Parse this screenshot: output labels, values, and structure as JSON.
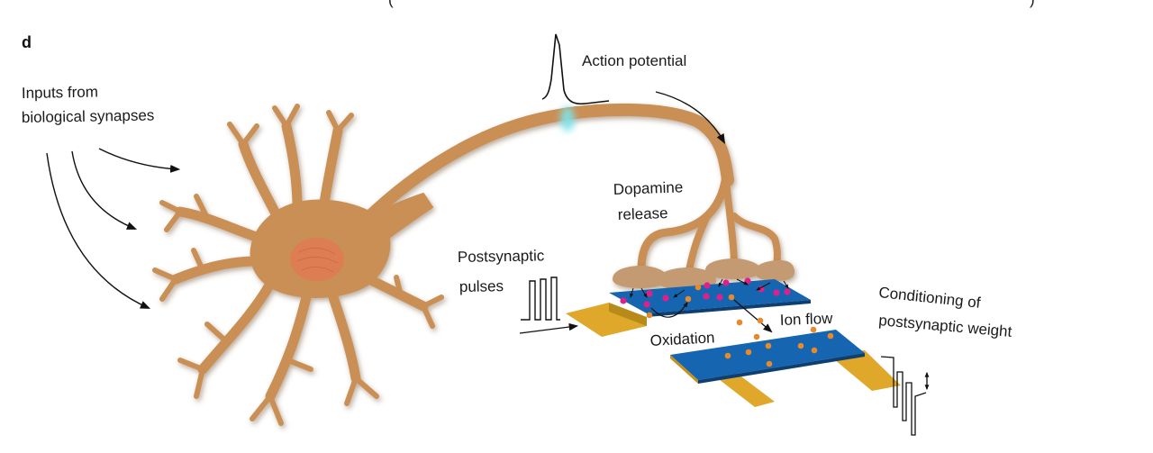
{
  "figure": {
    "panel_label": "d",
    "top_marks": [
      "(",
      ")"
    ],
    "labels": {
      "inputs": [
        "Inputs from",
        "biological synapses"
      ],
      "action_potential": "Action potential",
      "dopamine": [
        "Dopamine",
        "release"
      ],
      "postsynaptic_pulses": [
        "Postsynaptic",
        "pulses"
      ],
      "oxidation": "Oxidation",
      "ion_flow": "Ion flow",
      "conditioning": [
        "Conditioning of",
        "postsynaptic weight"
      ]
    },
    "colors": {
      "neuron": "#c98f55",
      "neuron_shadow": "#8a6a4a",
      "nucleus": "#e07a55",
      "synapse_terminal": "#c39a72",
      "channel_blue": "#1565b0",
      "electrode_gold": "#e0a82a",
      "dopamine_pink": "#e0208a",
      "ion_orange": "#e8892a",
      "spike_glow": "#7fe3ea",
      "line": "#111111"
    }
  }
}
